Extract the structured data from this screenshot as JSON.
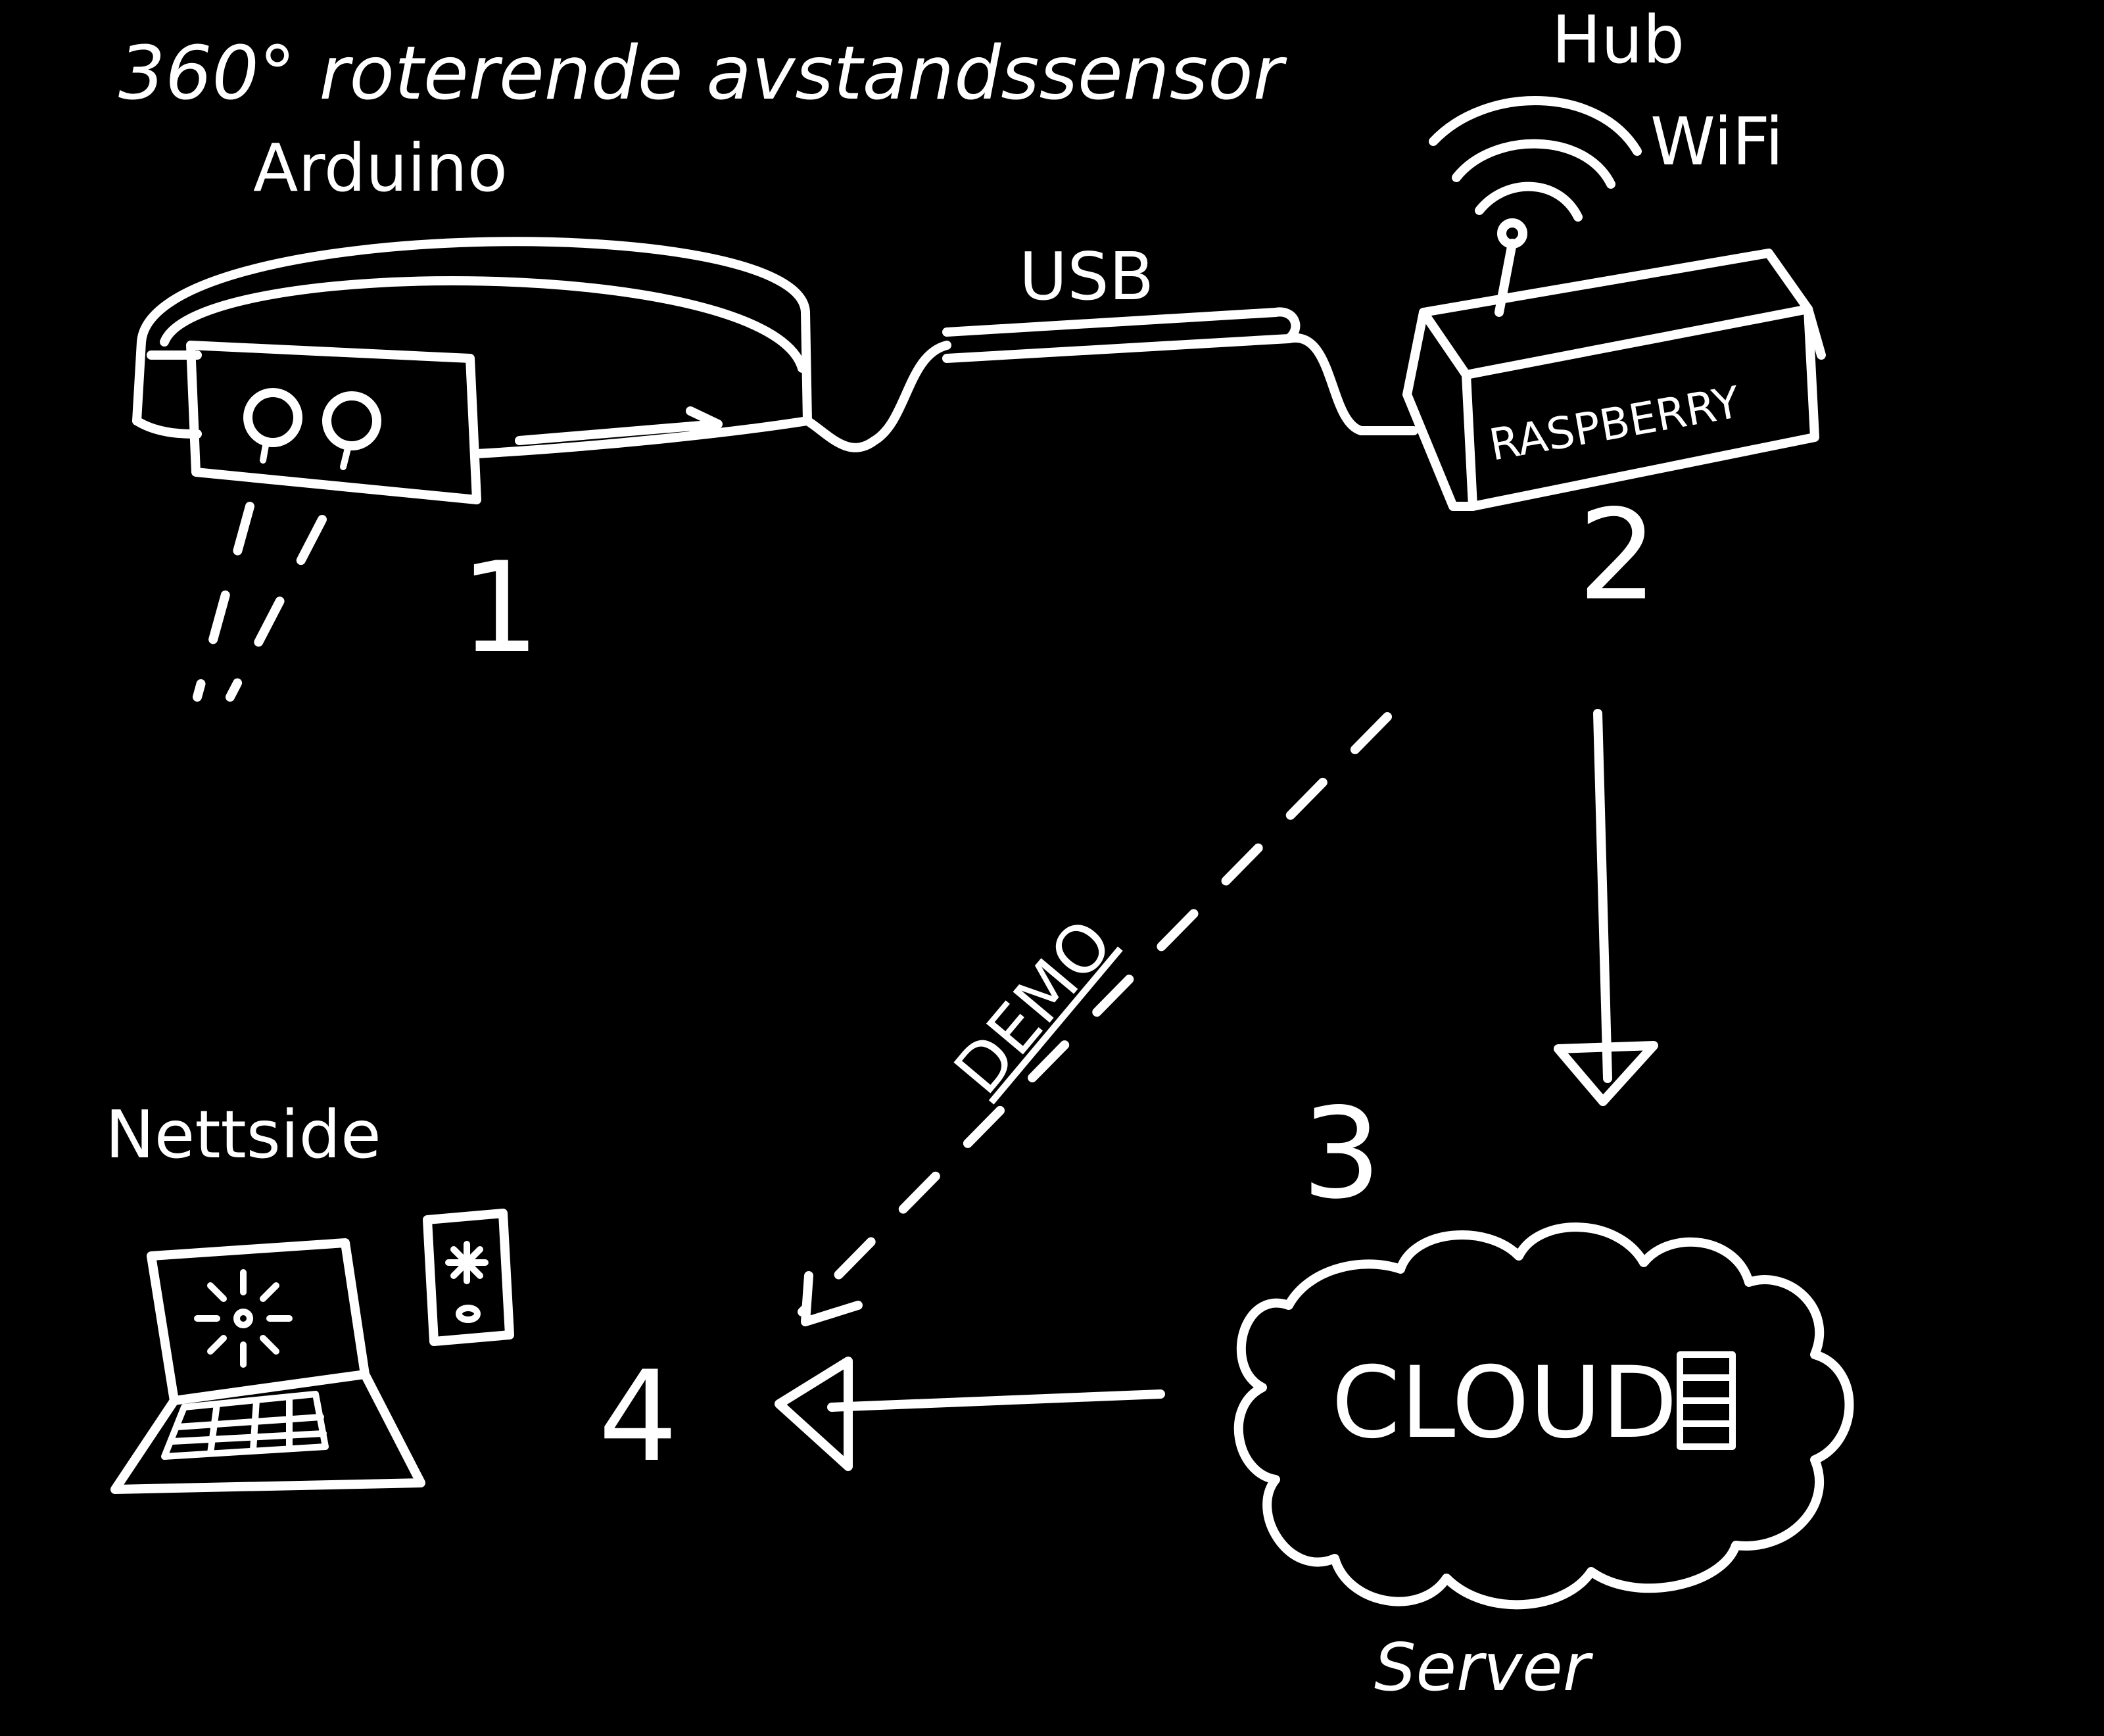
{
  "colors": {
    "background": "#000000",
    "ink": "#ffffff"
  },
  "labels": {
    "sensor_title": "360° roterende avstandssensor",
    "arduino": "Arduino",
    "usb": "USB",
    "hub": "Hub",
    "wifi": "WiFi",
    "raspberry": "RASPBERRY",
    "demo": "DEMO",
    "nettside": "Nettside",
    "cloud": "CLOUD",
    "server": "Server"
  },
  "steps": {
    "one": "1",
    "two": "2",
    "three": "3",
    "four": "4"
  },
  "icons": {
    "sensor": "rotating-sensor-ring-icon",
    "raspberry": "raspberry-box-icon",
    "wifi": "wifi-waves-icon",
    "cloud": "cloud-icon",
    "laptop": "laptop-icon",
    "phone": "phone-icon"
  }
}
